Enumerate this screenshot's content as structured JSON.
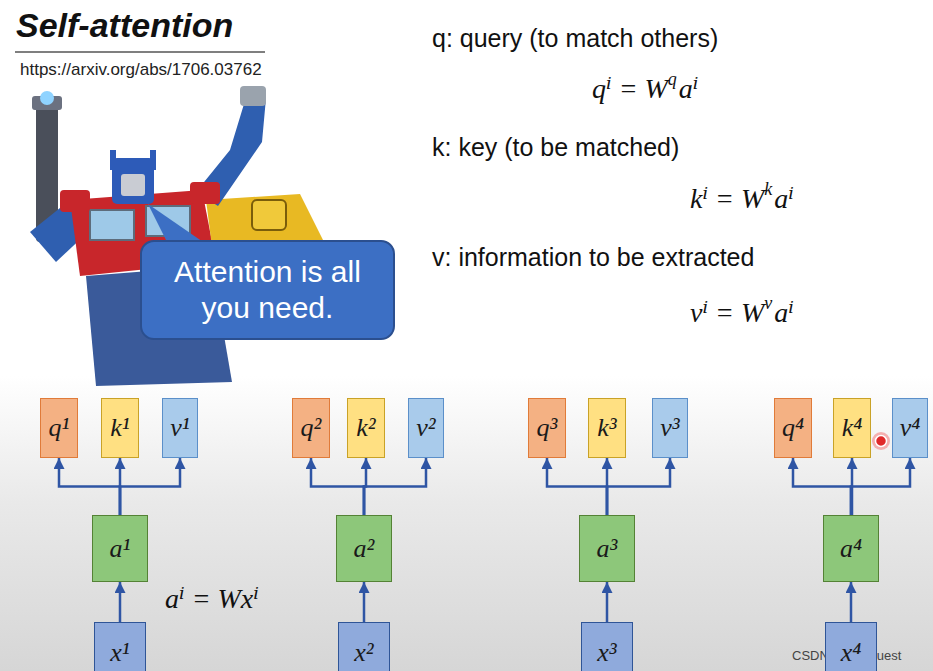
{
  "diagram": {
    "title": "Self-attention",
    "nodes": [
      {
        "text": [
          "Attention is all you need."
        ]
      },
      {
        "text": [
          "q¹"
        ]
      },
      {
        "text": [
          "k¹"
        ]
      },
      {
        "text": [
          "v¹"
        ]
      },
      {
        "text": [
          "q²"
        ]
      },
      {
        "text": [
          "k²"
        ]
      },
      {
        "text": [
          "v²"
        ]
      },
      {
        "text": [
          "q³"
        ]
      },
      {
        "text": [
          "k³"
        ]
      },
      {
        "text": [
          "v³"
        ]
      },
      {
        "text": [
          "q⁴"
        ]
      },
      {
        "text": [
          "k⁴"
        ]
      },
      {
        "text": [
          "v⁴"
        ]
      },
      {
        "text": [
          "a¹"
        ]
      },
      {
        "text": [
          "a²"
        ]
      },
      {
        "text": [
          "a³"
        ]
      },
      {
        "text": [
          "a⁴"
        ]
      },
      {
        "text": [
          "x¹"
        ]
      },
      {
        "text": [
          "x²"
        ]
      },
      {
        "text": [
          "x³"
        ]
      },
      {
        "text": [
          "x⁴"
        ]
      }
    ],
    "edges": [
      {
        "from": 13,
        "to": 1,
        "arrow": "to"
      },
      {
        "from": 13,
        "to": 2,
        "arrow": "to"
      },
      {
        "from": 13,
        "to": 3,
        "arrow": "to"
      },
      {
        "from": 17,
        "to": 13,
        "arrow": "to"
      },
      {
        "from": 14,
        "to": 4,
        "arrow": "to"
      },
      {
        "from": 14,
        "to": 5,
        "arrow": "to"
      },
      {
        "from": 14,
        "to": 6,
        "arrow": "to"
      },
      {
        "from": 18,
        "to": 14,
        "arrow": "to"
      },
      {
        "from": 15,
        "to": 7,
        "arrow": "to"
      },
      {
        "from": 15,
        "to": 8,
        "arrow": "to"
      },
      {
        "from": 15,
        "to": 9,
        "arrow": "to"
      },
      {
        "from": 19,
        "to": 15,
        "arrow": "to"
      },
      {
        "from": 16,
        "to": 10,
        "arrow": "to"
      },
      {
        "from": 16,
        "to": 11,
        "arrow": "to"
      },
      {
        "from": 16,
        "to": 12,
        "arrow": "to"
      },
      {
        "from": 20,
        "to": 16,
        "arrow": "to"
      }
    ],
    "labels": [
      "https://arxiv.org/abs/1706.03762",
      "q: query (to match others)",
      "qⁱ = W",
      "q",
      "aⁱ",
      "k: key (to be matched)",
      "kⁱ = W",
      "k",
      "aⁱ",
      "v: information to be extracted",
      "vⁱ = W",
      "v",
      "aⁱ",
      "aⁱ = Wxⁱ",
      "CSDN @JZJQuest"
    ]
  }
}
